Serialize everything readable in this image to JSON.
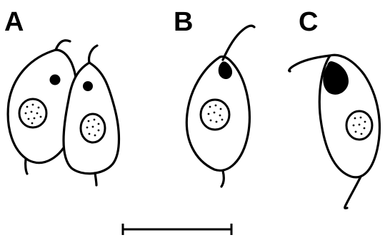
{
  "panels": [
    {
      "label": "A"
    },
    {
      "label": "B"
    },
    {
      "label": "C"
    }
  ],
  "colors": {
    "ink": "#000000",
    "background": "#ffffff"
  }
}
